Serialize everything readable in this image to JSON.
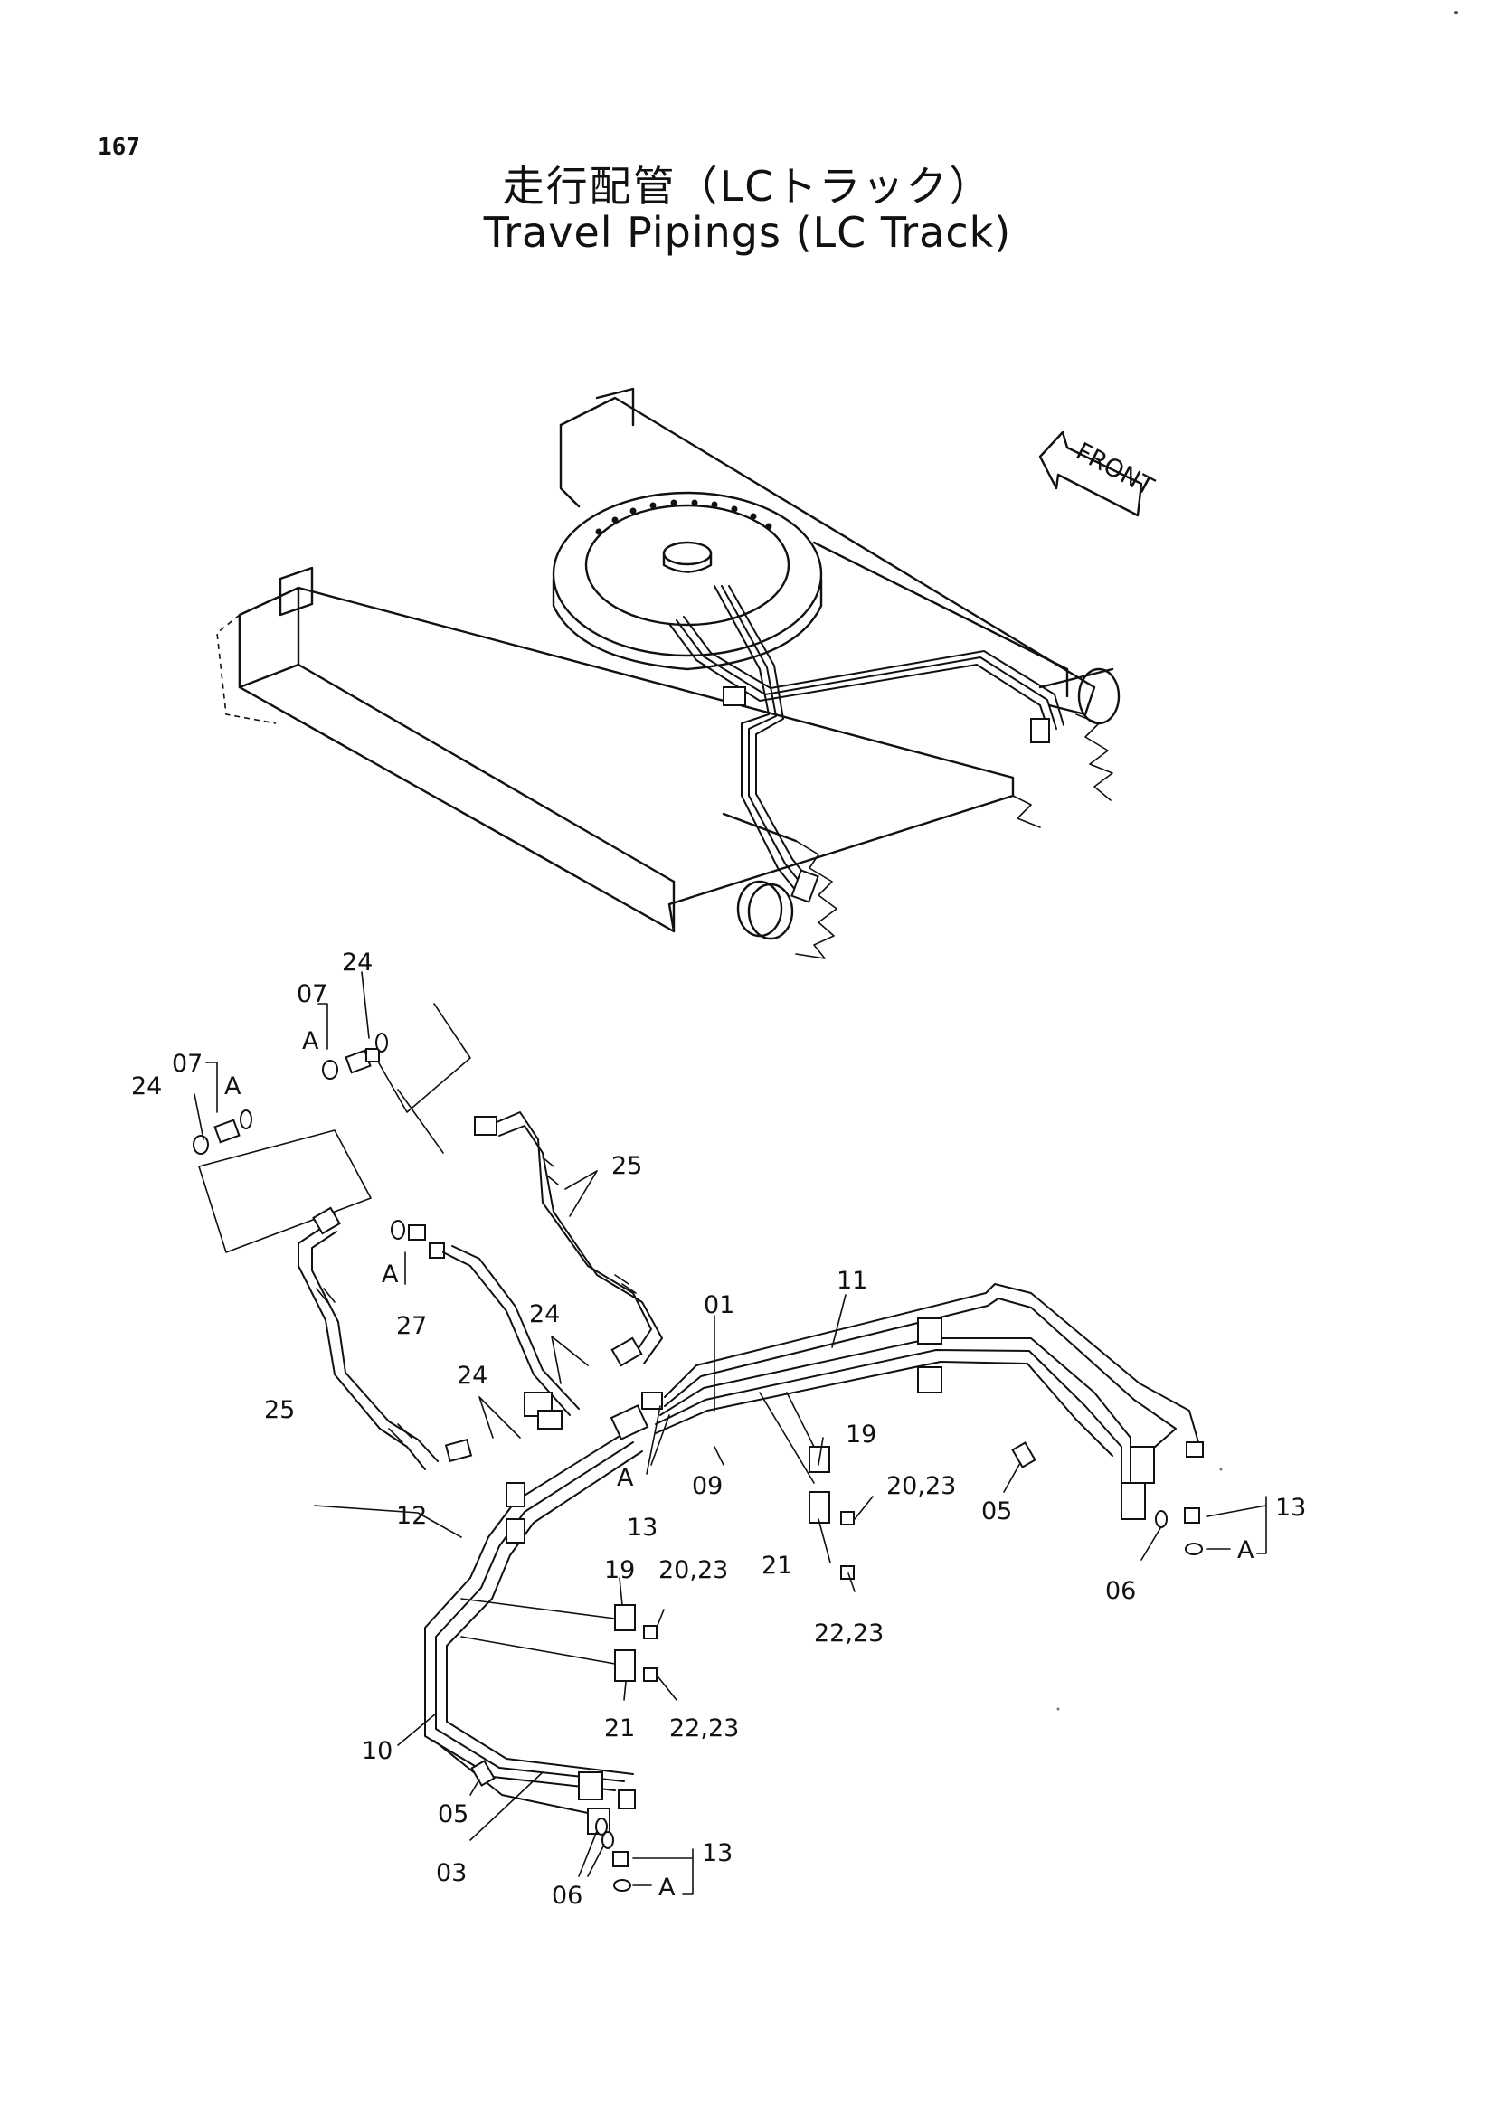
{
  "page": {
    "number": "167"
  },
  "title": {
    "japanese": "走行配管（LCトラック）",
    "english": "Travel Pipings (LC Track)"
  },
  "front_arrow": {
    "label": "FRONT"
  },
  "callouts": [
    {
      "id": "c24a",
      "text": "24"
    },
    {
      "id": "c07a",
      "text": "07"
    },
    {
      "id": "cAa",
      "text": "A"
    },
    {
      "id": "c07b",
      "text": "07"
    },
    {
      "id": "cAb",
      "text": "A"
    },
    {
      "id": "c24b",
      "text": "24"
    },
    {
      "id": "c25a",
      "text": "25"
    },
    {
      "id": "cAc",
      "text": "A"
    },
    {
      "id": "c27",
      "text": "27"
    },
    {
      "id": "c24c",
      "text": "24"
    },
    {
      "id": "c01",
      "text": "01"
    },
    {
      "id": "c11",
      "text": "11"
    },
    {
      "id": "c24d",
      "text": "24"
    },
    {
      "id": "c25b",
      "text": "25"
    },
    {
      "id": "cAd",
      "text": "A"
    },
    {
      "id": "c09",
      "text": "09"
    },
    {
      "id": "c13a",
      "text": "13"
    },
    {
      "id": "c19a",
      "text": "19"
    },
    {
      "id": "c2023a",
      "text": "20,23"
    },
    {
      "id": "c05a",
      "text": "05"
    },
    {
      "id": "c13b",
      "text": "13"
    },
    {
      "id": "cAe",
      "text": "A"
    },
    {
      "id": "c12",
      "text": "12"
    },
    {
      "id": "c21a",
      "text": "21"
    },
    {
      "id": "c2223a",
      "text": "22,23"
    },
    {
      "id": "c06a",
      "text": "06"
    },
    {
      "id": "c19b",
      "text": "19"
    },
    {
      "id": "c2023b",
      "text": "20,23"
    },
    {
      "id": "c21b",
      "text": "21"
    },
    {
      "id": "c2223b",
      "text": "22,23"
    },
    {
      "id": "c10",
      "text": "10"
    },
    {
      "id": "c05b",
      "text": "05"
    },
    {
      "id": "c03",
      "text": "03"
    },
    {
      "id": "c06b",
      "text": "06"
    },
    {
      "id": "c13c",
      "text": "13"
    },
    {
      "id": "cAf",
      "text": "A"
    }
  ]
}
